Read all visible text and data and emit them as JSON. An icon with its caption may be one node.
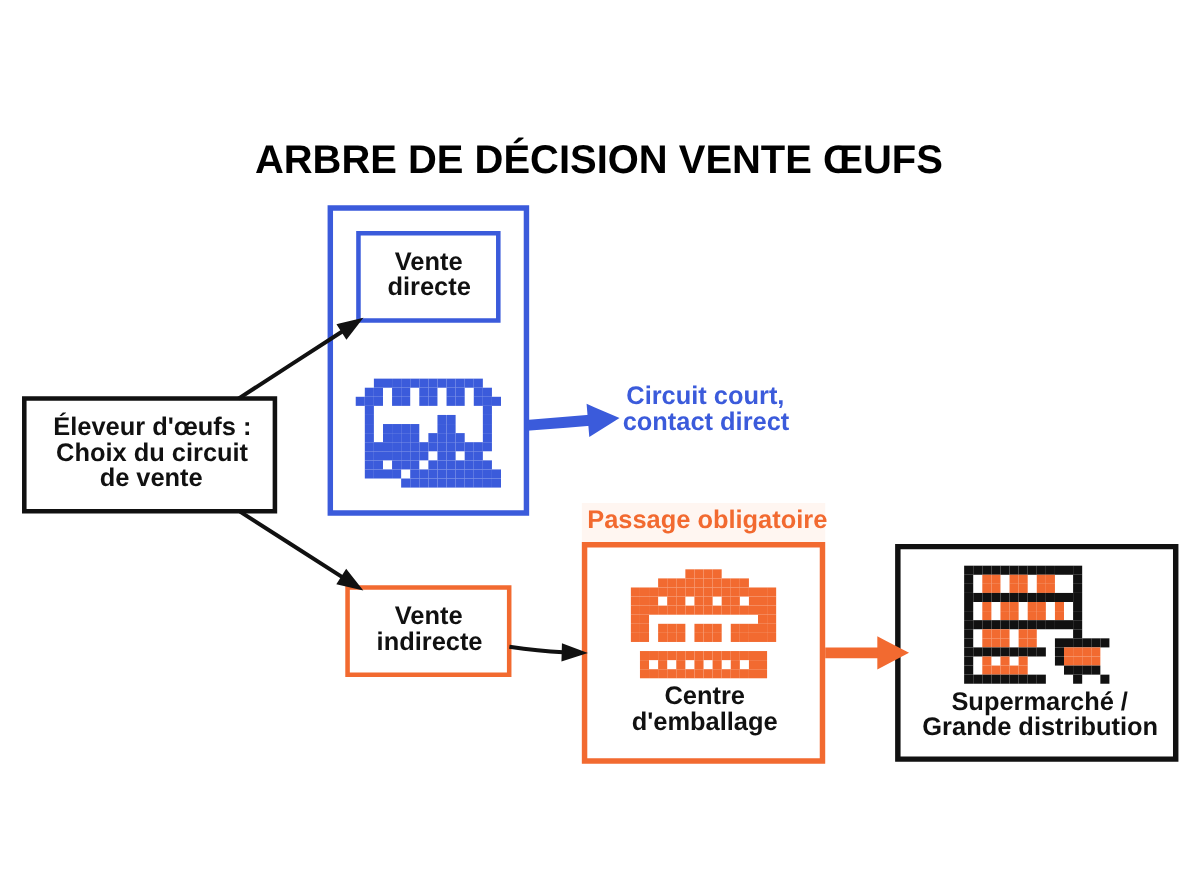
{
  "diagram": {
    "title": "ARBRE DE DÉCISION VENTE ŒUFS",
    "nodes": [
      {
        "text": [
          "Éleveur d'œufs : Choix du circuit de vente"
        ]
      },
      {
        "text": [],
        "shape": "box"
      },
      {
        "text": [
          "Vente directe"
        ],
        "in": 1
      },
      {
        "text": [],
        "shape": "picture",
        "in": 1
      },
      {
        "text": [
          "Circuit court, contact direct"
        ]
      },
      {
        "text": [
          "Vente indirecte"
        ]
      },
      {
        "text": [
          "Passage obligatoire",
          "Centre d'emballage"
        ]
      },
      {
        "text": [
          "Supermarché / Grande distribution"
        ]
      }
    ],
    "edges": [
      {
        "from": 0,
        "to": 2,
        "arrow": "to"
      },
      {
        "from": 1,
        "to": 4,
        "arrow": "to",
        "style": "thick",
        "color": "#3b5bdb"
      },
      {
        "from": 0,
        "to": 5,
        "arrow": "to"
      },
      {
        "from": 5,
        "to": 6,
        "arrow": "to"
      },
      {
        "from": 6,
        "to": 7,
        "arrow": "to",
        "style": "thick",
        "color": "#f26a30"
      }
    ]
  }
}
